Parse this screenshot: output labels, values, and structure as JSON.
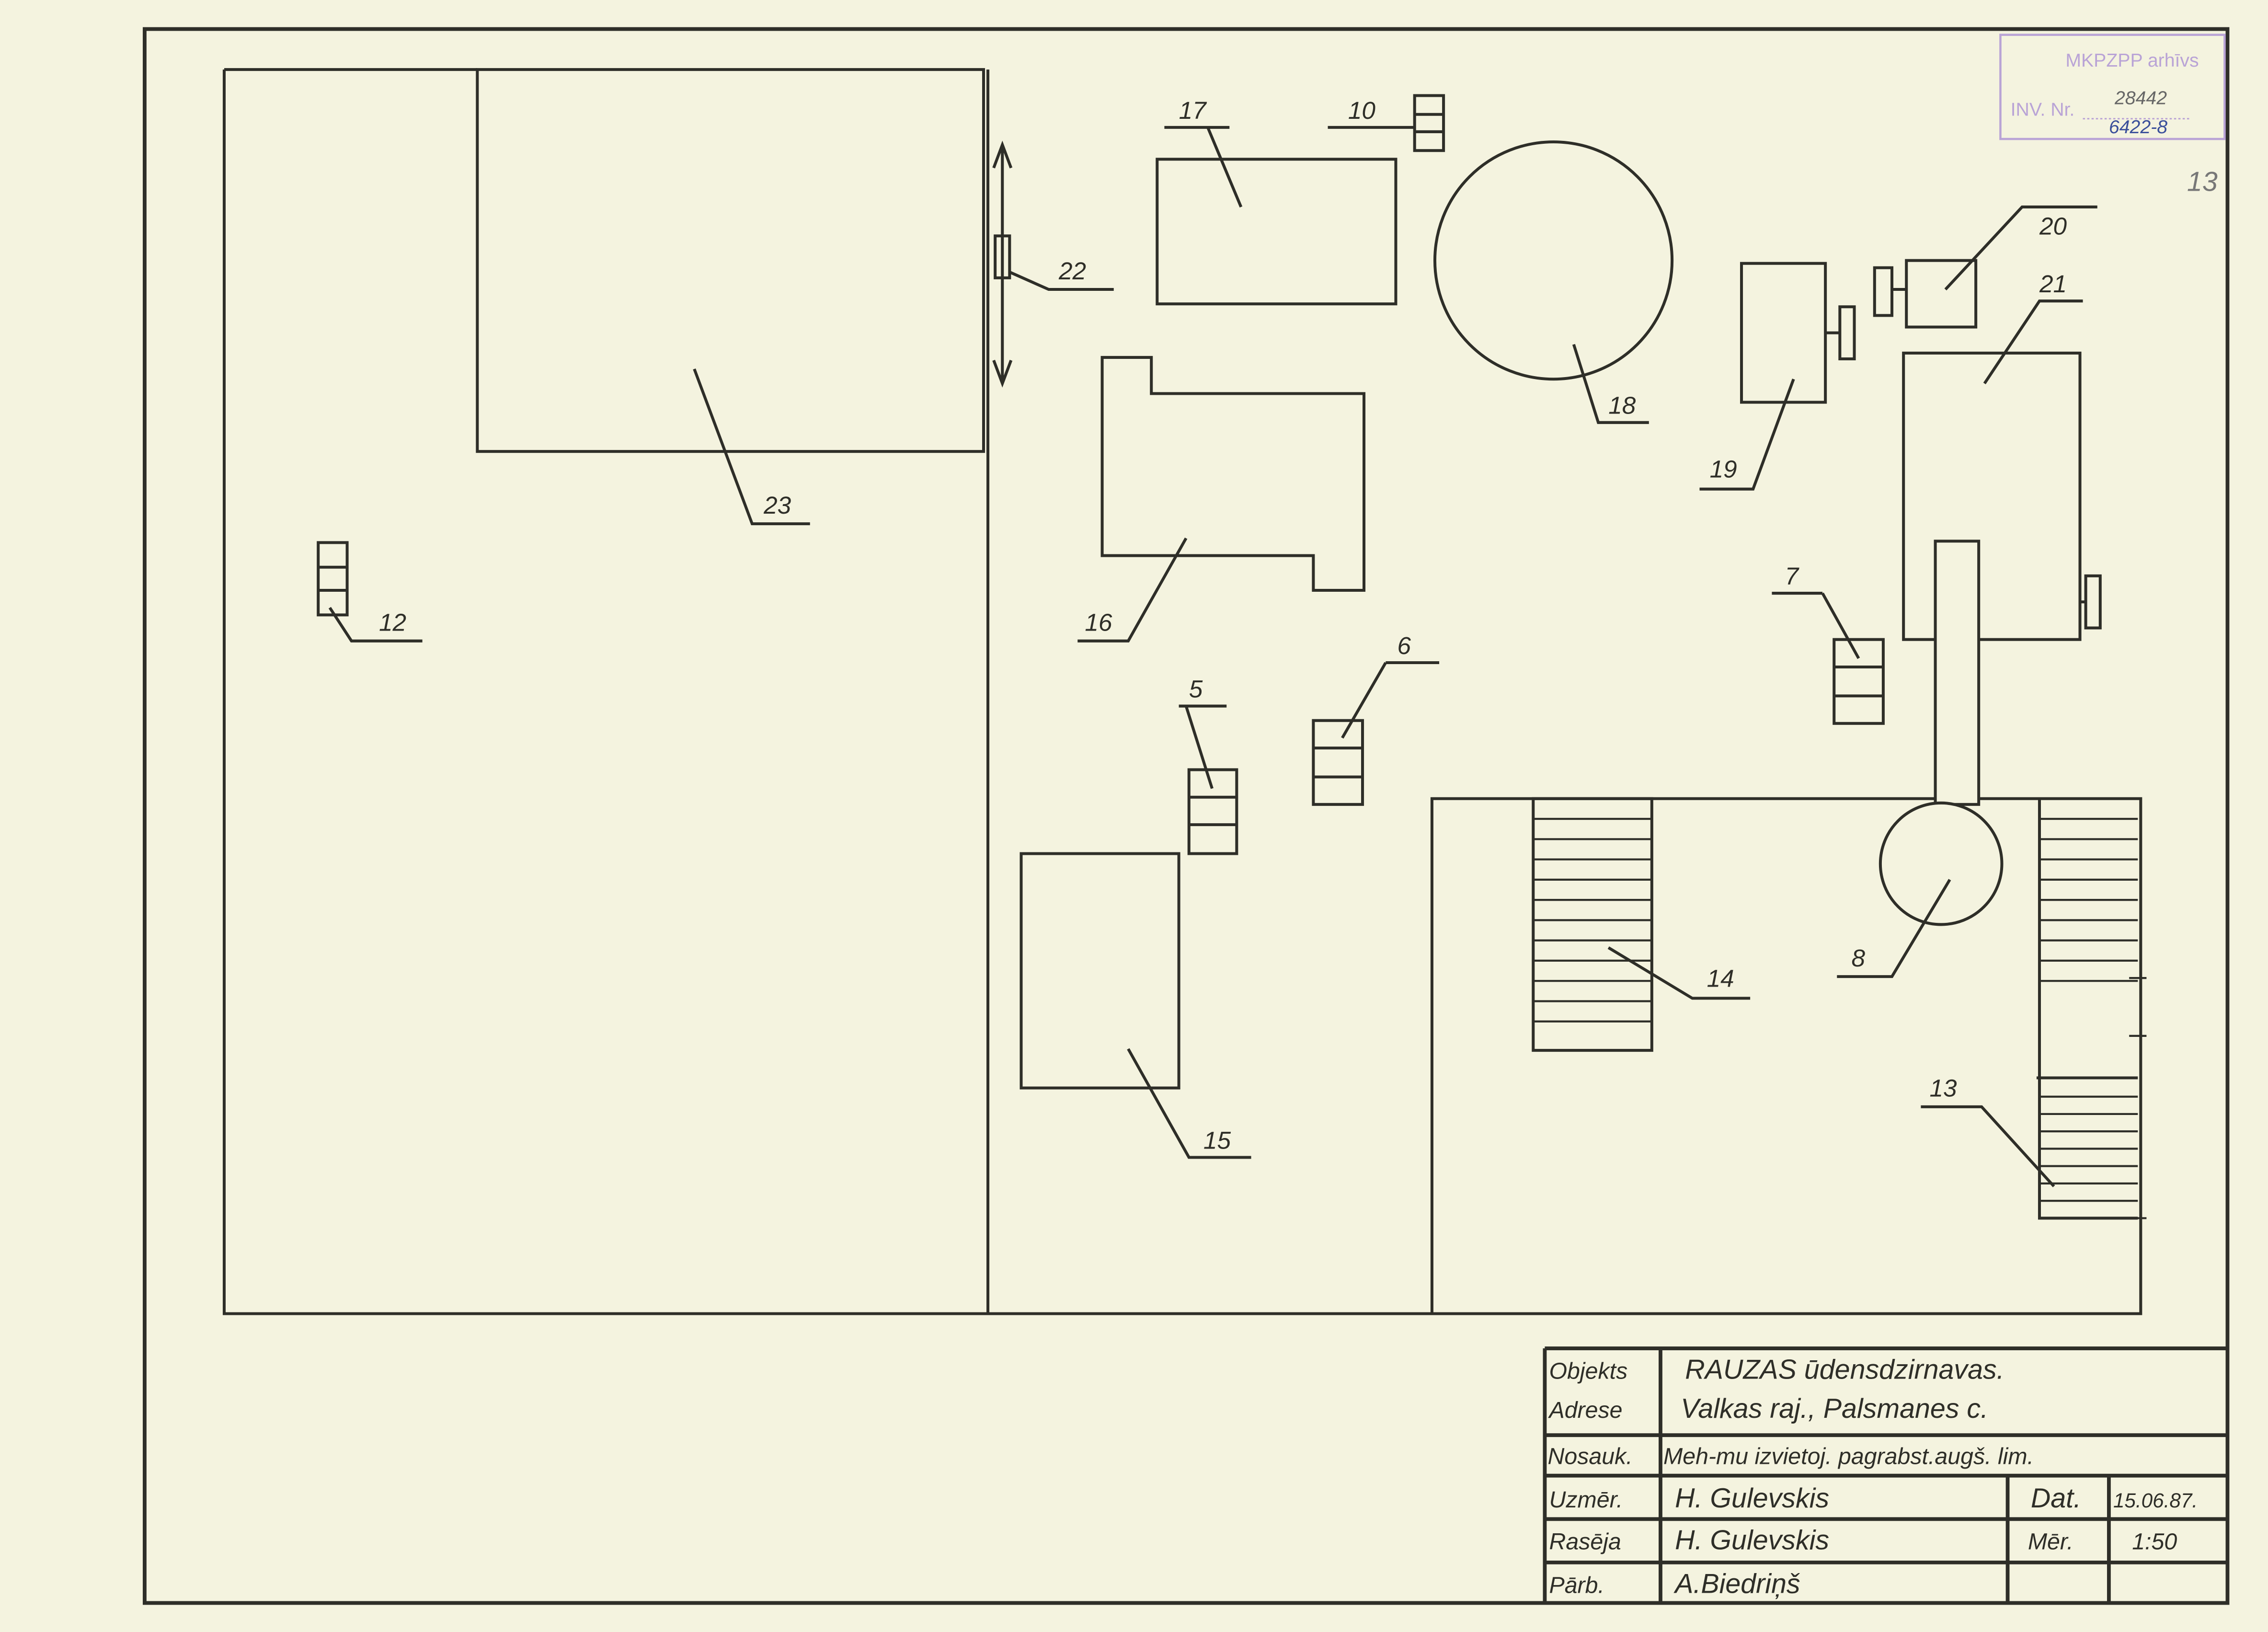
{
  "labels": {
    "l5": "5",
    "l6": "6",
    "l7": "7",
    "l8": "8",
    "l10": "10",
    "l12": "12",
    "l13": "13",
    "l14": "14",
    "l15": "15",
    "l16": "16",
    "l17": "17",
    "l18": "18",
    "l19": "19",
    "l20": "20",
    "l21": "21",
    "l22": "22",
    "l23": "23"
  },
  "sheet_number": "13",
  "stamp": {
    "title": "MKPZPP arhīvs",
    "inv_label": "INV. Nr.",
    "inv_number": "28442",
    "inv_sub": "6422-8"
  },
  "title_block": {
    "objekts_label": "Objekts",
    "objekts_value": "RAUZAS ūdensdzirnavas.",
    "adrese_label": "Adrese",
    "adrese_value": "Valkas raj., Palsmanes c.",
    "nosauk_label": "Nosauk.",
    "nosauk_value": "Meh-mu izvietoj. pagrabst.augš. lim.",
    "uzmer_label": "Uzmēr.",
    "uzmer_value": "H. Gulevskis",
    "raseja_label": "Rasēja",
    "raseja_value": "H. Gulevskis",
    "parb_label": "Pārb.",
    "parb_value": "A.Biedriņš",
    "dat_label": "Dat.",
    "dat_value": "15.06.87.",
    "mer_label": "Mēr.",
    "mer_value": "1:50"
  },
  "colors": {
    "paper": "#f4f3df",
    "ink": "#2e2e28",
    "stamp": "#b9a3d6",
    "pen": "#3a4f9a"
  }
}
